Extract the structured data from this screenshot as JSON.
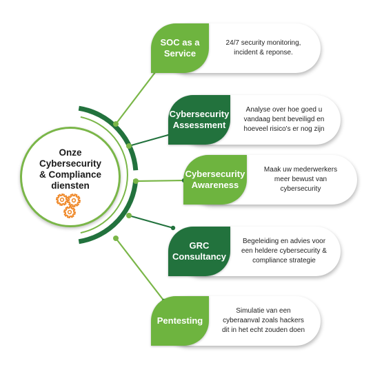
{
  "center": {
    "title_lines": [
      "Onze",
      "Cybersecurity",
      "& Compliance",
      "diensten"
    ],
    "icon": "gears-icon"
  },
  "colors": {
    "light_green": "#6eb43f",
    "dark_green": "#22723d",
    "gear_orange": "#ef8a2c",
    "connector": "#7ab648"
  },
  "services": [
    {
      "title_lines": [
        "SOC as a",
        "Service"
      ],
      "desc_lines": [
        "24/7 security monitoring,",
        "incident & reponse."
      ],
      "tone": "light"
    },
    {
      "title_lines": [
        "Cybersecurity",
        "Assessment"
      ],
      "desc_lines": [
        "Analyse over hoe goed u",
        "vandaag bent beveiligd en",
        "hoeveel risico's er nog zijn"
      ],
      "tone": "dark"
    },
    {
      "title_lines": [
        "Cybersecurity",
        "Awareness"
      ],
      "desc_lines": [
        "Maak uw mederwerkers",
        "meer bewust van",
        "cybersecurity"
      ],
      "tone": "light"
    },
    {
      "title_lines": [
        "GRC",
        "Consultancy"
      ],
      "desc_lines": [
        "Begeleiding en advies voor",
        "een heldere cybersecurity &",
        "compliance strategie"
      ],
      "tone": "dark"
    },
    {
      "title_lines": [
        "Pentesting"
      ],
      "desc_lines": [
        "Simulatie van een",
        "cyberaanval zoals hackers",
        "dit in het echt zouden doen"
      ],
      "tone": "light"
    }
  ]
}
